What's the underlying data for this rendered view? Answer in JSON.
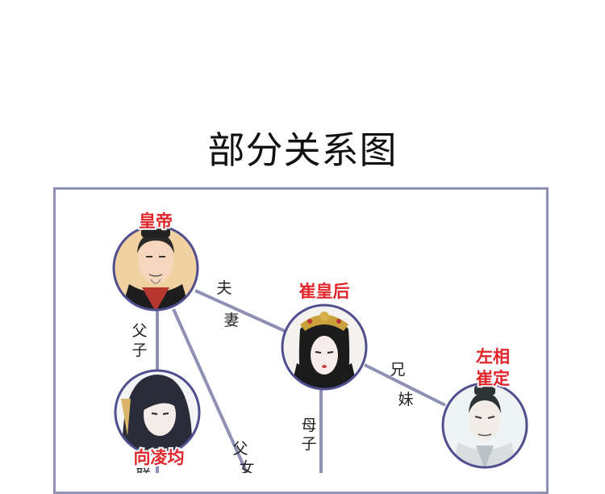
{
  "title": "部分关系图",
  "colors": {
    "frame": "#8f90b3",
    "role_text": "#e0262b",
    "edge": "#8f90b3"
  },
  "characters": {
    "emperor": {
      "role": "皇帝",
      "icon": "emperor-portrait"
    },
    "empress": {
      "role": "崔皇后",
      "icon": "empress-portrait"
    },
    "chancellor": {
      "role": "左相",
      "role2": "崔定",
      "icon": "chancellor-portrait"
    },
    "prince": {
      "role": "向凌均",
      "icon": "prince-portrait"
    }
  },
  "relations": {
    "emperor_empress": [
      "夫",
      "妻"
    ],
    "emperor_prince": [
      "父",
      "子"
    ],
    "empress_chancellor": [
      "兄",
      "妹"
    ],
    "empress_child": [
      "母",
      "子"
    ],
    "emperor_daughter": [
      "父",
      "女"
    ]
  },
  "partial_texts": {
    "prince_below": "联"
  }
}
